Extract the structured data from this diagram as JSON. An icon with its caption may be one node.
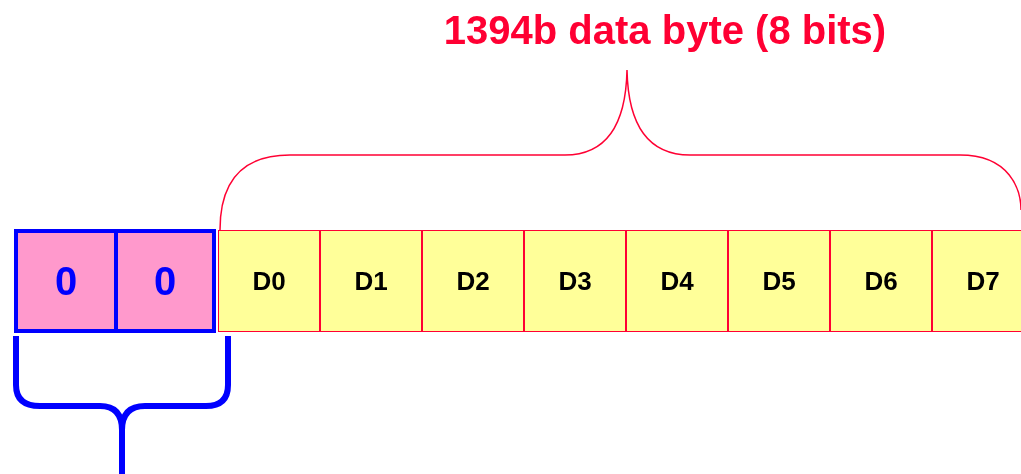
{
  "diagram": {
    "title": "1394b data byte (8 bits)",
    "nodes": [
      {
        "text": [
          "0"
        ]
      },
      {
        "text": [
          "0"
        ]
      },
      {
        "text": [
          "D0"
        ]
      },
      {
        "text": [
          "D1"
        ]
      },
      {
        "text": [
          "D2"
        ]
      },
      {
        "text": [
          "D3"
        ]
      },
      {
        "text": [
          "D4"
        ]
      },
      {
        "text": [
          "D5"
        ]
      },
      {
        "text": [
          "D6"
        ]
      },
      {
        "text": [
          "D7"
        ]
      }
    ]
  }
}
